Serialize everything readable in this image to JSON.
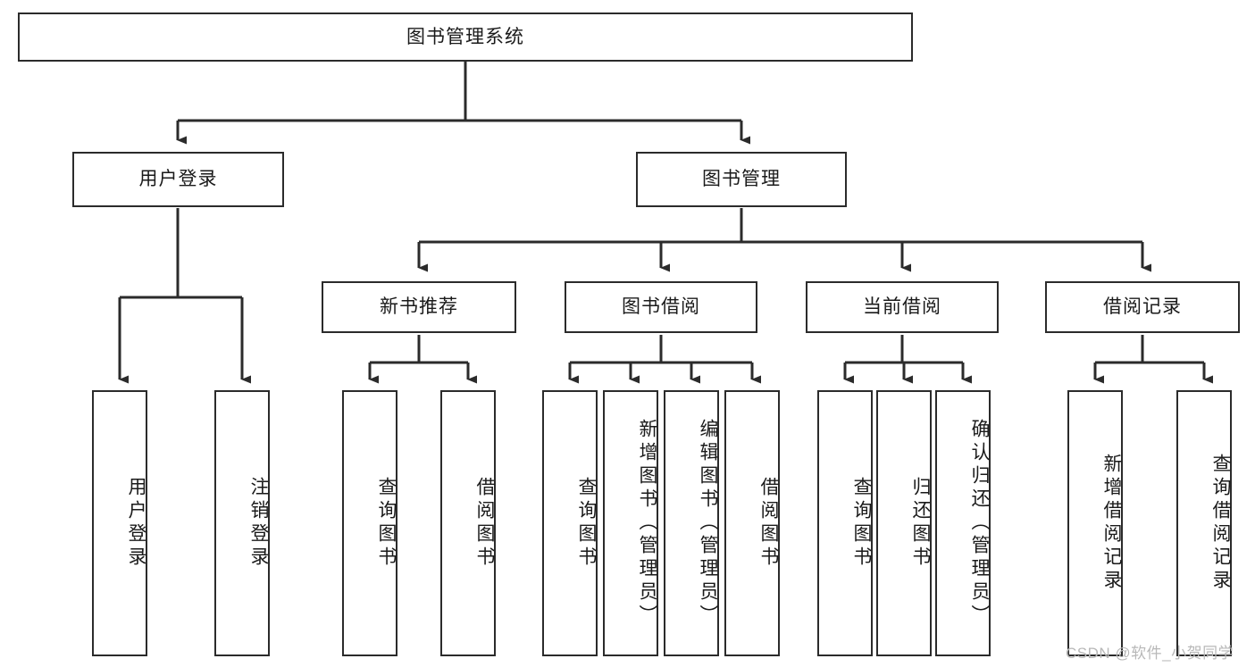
{
  "diagram": {
    "title": "图书管理系统",
    "type": "功能结构图",
    "root": {
      "id": "root",
      "label": "图书管理系统"
    },
    "level2": [
      {
        "id": "user-login",
        "label": "用户登录"
      },
      {
        "id": "book-manage",
        "label": "图书管理"
      }
    ],
    "level3": [
      {
        "id": "new-book-recommend",
        "label": "新书推荐",
        "parent": "book-manage"
      },
      {
        "id": "book-borrow",
        "label": "图书借阅",
        "parent": "book-manage"
      },
      {
        "id": "current-borrow",
        "label": "当前借阅",
        "parent": "book-manage"
      },
      {
        "id": "borrow-record",
        "label": "借阅记录",
        "parent": "book-manage"
      }
    ],
    "leaves": [
      {
        "id": "leaf-user-login",
        "label": "用户登录",
        "parent": "user-login"
      },
      {
        "id": "leaf-user-logout",
        "label": "注销登录",
        "parent": "user-login"
      },
      {
        "id": "leaf-query-book-1",
        "label": "查询图书",
        "parent": "new-book-recommend"
      },
      {
        "id": "leaf-borrow-book-1",
        "label": "借阅图书",
        "parent": "new-book-recommend"
      },
      {
        "id": "leaf-query-book-2",
        "label": "查询图书",
        "parent": "book-borrow"
      },
      {
        "id": "leaf-add-book",
        "label": "新增图书（管理员）",
        "parent": "book-borrow"
      },
      {
        "id": "leaf-edit-book",
        "label": "编辑图书（管理员）",
        "parent": "book-borrow"
      },
      {
        "id": "leaf-borrow-book-2",
        "label": "借阅图书",
        "parent": "book-borrow"
      },
      {
        "id": "leaf-query-book-3",
        "label": "查询图书",
        "parent": "current-borrow"
      },
      {
        "id": "leaf-return-book",
        "label": "归还图书",
        "parent": "current-borrow"
      },
      {
        "id": "leaf-confirm-return",
        "label": "确认归还（管理员）",
        "parent": "current-borrow"
      },
      {
        "id": "leaf-add-record",
        "label": "新增借阅记录",
        "parent": "borrow-record"
      },
      {
        "id": "leaf-query-record",
        "label": "查询借阅记录",
        "parent": "borrow-record"
      }
    ]
  },
  "watermark": {
    "text": "CSDN @软件_小贺同学"
  },
  "colors": {
    "stroke": "#2b2b2b",
    "background": "#ffffff",
    "text": "#1a1a1a",
    "watermark": "#b8b8b8"
  }
}
